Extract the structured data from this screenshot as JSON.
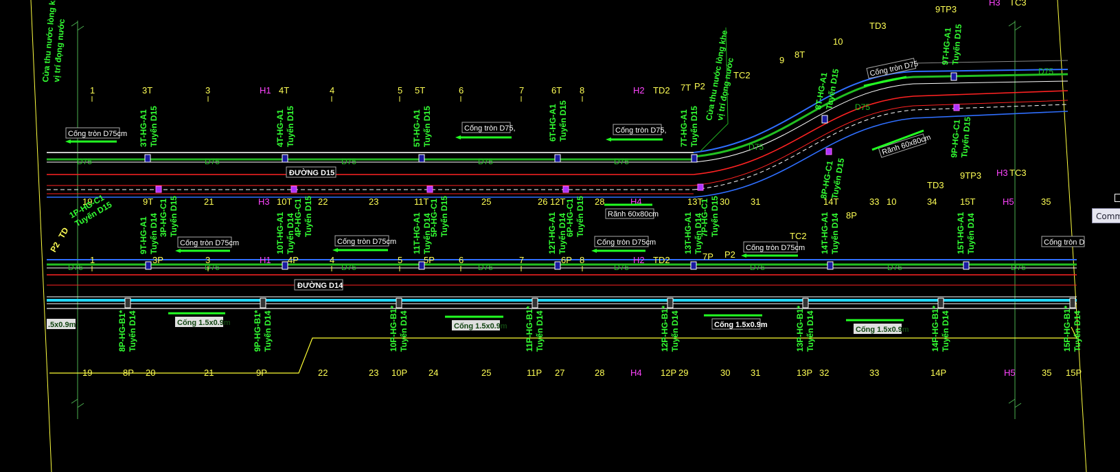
{
  "road_top": {
    "name": "ĐƯỜNG D15",
    "pipe_label": "D75",
    "stations_top": [
      "1",
      "3T",
      "3",
      "H1",
      "4T",
      "4",
      "5",
      "5T",
      "6",
      "7",
      "6T",
      "8",
      "H2",
      "TD2",
      "7T",
      "P2"
    ],
    "stations_bottom": [
      "19",
      "9T",
      "21",
      "H3",
      "10T",
      "22",
      "23",
      "11T",
      "25",
      "26",
      "12T",
      "28",
      "H4",
      "13T"
    ],
    "pits": [
      {
        "a": "3T-HG-A1",
        "b": "Tuyến D15"
      },
      {
        "a": "4T-HG-A1",
        "b": "Tuyến D15"
      },
      {
        "a": "5T-HG-A1",
        "b": "Tuyến D15"
      },
      {
        "a": "6T-HG-A1",
        "b": "Tuyến D15"
      },
      {
        "a": "7T-HG-A1",
        "b": "Tuyến D15"
      }
    ],
    "culvert_notes": [
      "Cống tròn D75cm",
      "Cống tròn D75,",
      "Cống tròn D75,"
    ],
    "trench_note": "Rãnh 60x80cm",
    "inlet_note": [
      "Cửa thu nước lòng khe",
      "vị trí đọng nước"
    ],
    "left_note": [
      "Cửa thu nước lòng khe",
      "vị trí đọng nước"
    ],
    "lower_pits": [
      "1P-HG-C1",
      "3P-HG-C1",
      "4P-HG-C1",
      "5P-HG-C1",
      "6P-HG-C1",
      "7P-HG-C1"
    ],
    "lower_pits_line": "Tuyến D15"
  },
  "curve": {
    "stations": [
      "TC2",
      "9",
      "8T",
      "10",
      "TD3",
      "9TP3",
      "H3",
      "TC3",
      "TD3",
      "9TP3",
      "H3",
      "TC3"
    ],
    "pits": [
      {
        "a": "8T-HG-A1",
        "b": "Tuyến D15"
      },
      {
        "a": "9T-HG-A1",
        "b": "Tuyến D15"
      },
      {
        "a": "8P-HG-C1",
        "b": "Tuyến D15"
      },
      {
        "a": "9P-HG-C1",
        "b": "Tuyến D15"
      }
    ],
    "culvert_note": "Cống tròn D75",
    "trench_note": "Rãnh 60x80cm",
    "mid_stations": [
      "30",
      "31",
      "14T",
      "8P",
      "33",
      "10",
      "34",
      "15T",
      "H5",
      "35"
    ]
  },
  "road_bottom": {
    "name": "ĐƯỜNG D14",
    "pipe_label": "D75",
    "stations_top": [
      "1",
      "3P",
      "3",
      "H1",
      "4P",
      "4",
      "5",
      "5P",
      "6",
      "7",
      "6P",
      "8",
      "H2",
      "TD2",
      "7P",
      "P2",
      "TC2"
    ],
    "stations_bottom": [
      "19",
      "8P",
      "20",
      "21",
      "9P",
      "22",
      "23",
      "10P",
      "24",
      "25",
      "11P",
      "27",
      "28",
      "H4",
      "12P",
      "29",
      "30",
      "31",
      "13P",
      "32",
      "33",
      "14P",
      "H5",
      "35",
      "15P"
    ],
    "pits_a": [
      {
        "a": "9T-HG-A1",
        "b": "Tuyến D14"
      },
      {
        "a": "10T-HG-A1",
        "b": "Tuyến D14"
      },
      {
        "a": "11T-HG-A1",
        "b": "Tuyến D14"
      },
      {
        "a": "12T-HG-A1",
        "b": "Tuyến D14"
      },
      {
        "a": "13T-HG-A1",
        "b": "Tuyến D14"
      },
      {
        "a": "14T-HG-A1",
        "b": "Tuyến D14"
      },
      {
        "a": "15T-HG-A1",
        "b": "Tuyến D14"
      }
    ],
    "pits_b": [
      {
        "a": "8P-HG-B1*",
        "b": "Tuyến D14"
      },
      {
        "a": "9P-HG-B1*",
        "b": "Tuyến D14"
      },
      {
        "a": "10P-HG-B1*",
        "b": "Tuyến D14"
      },
      {
        "a": "11P-HG-B1*",
        "b": "Tuyến D14"
      },
      {
        "a": "12P-HG-B1*",
        "b": "Tuyến D14"
      },
      {
        "a": "13P-HG-B1*",
        "b": "Tuyến D14"
      },
      {
        "a": "14P-HG-B1*",
        "b": "Tuyến D14"
      },
      {
        "a": "15P-HG-B1*",
        "b": "Tuyến D14"
      }
    ],
    "culvert_round_notes": [
      "Cống tròn D75cm",
      "Cống tròn D75cm",
      "Cống tròn D75cm",
      "Cống tròn D75cm",
      "Cống tròn D"
    ],
    "box_culvert_notes": [
      ".5x0.9m",
      "Cống 1.5x0.9m",
      "Cống 1.5x0.9m",
      "Cống 1.5x0.9m",
      "Cống 1.5x0.9m"
    ],
    "left_pit": [
      "1P-HG-C1",
      "Tuyến D15"
    ],
    "left_labels": [
      "P2",
      "TD"
    ]
  },
  "command_tip": "Comm",
  "colors": {
    "station": "#ffff55",
    "marker": "#ff44ff",
    "pit_text": "#33ff33",
    "road_red": "#ff2222",
    "pipe_blue": "#2f6fff",
    "cyan": "#22d8ff"
  }
}
